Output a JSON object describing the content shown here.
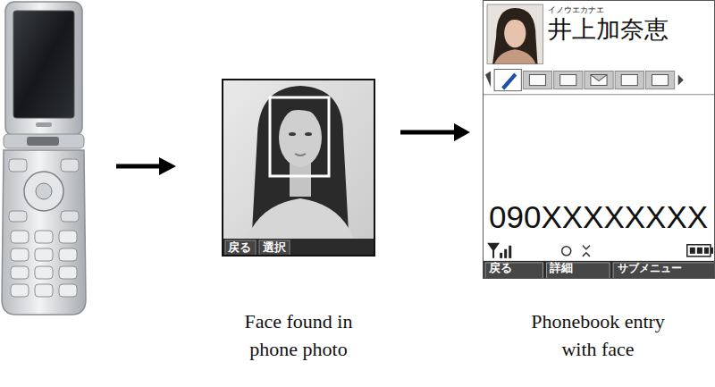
{
  "diagram": {
    "nodes": [
      {
        "text": [
          "戻る",
          "選択"
        ]
      },
      {
        "text": [
          "イノウエカナエ",
          "井上加奈恵",
          "090XXXXXXXX",
          "戻る",
          "詳細",
          "サブメニュー"
        ]
      }
    ],
    "edges": [
      {
        "from": 0,
        "to": 1,
        "arrow": "to"
      }
    ],
    "labels": [
      "Face found in phone photo",
      "Phonebook entry with face"
    ]
  }
}
